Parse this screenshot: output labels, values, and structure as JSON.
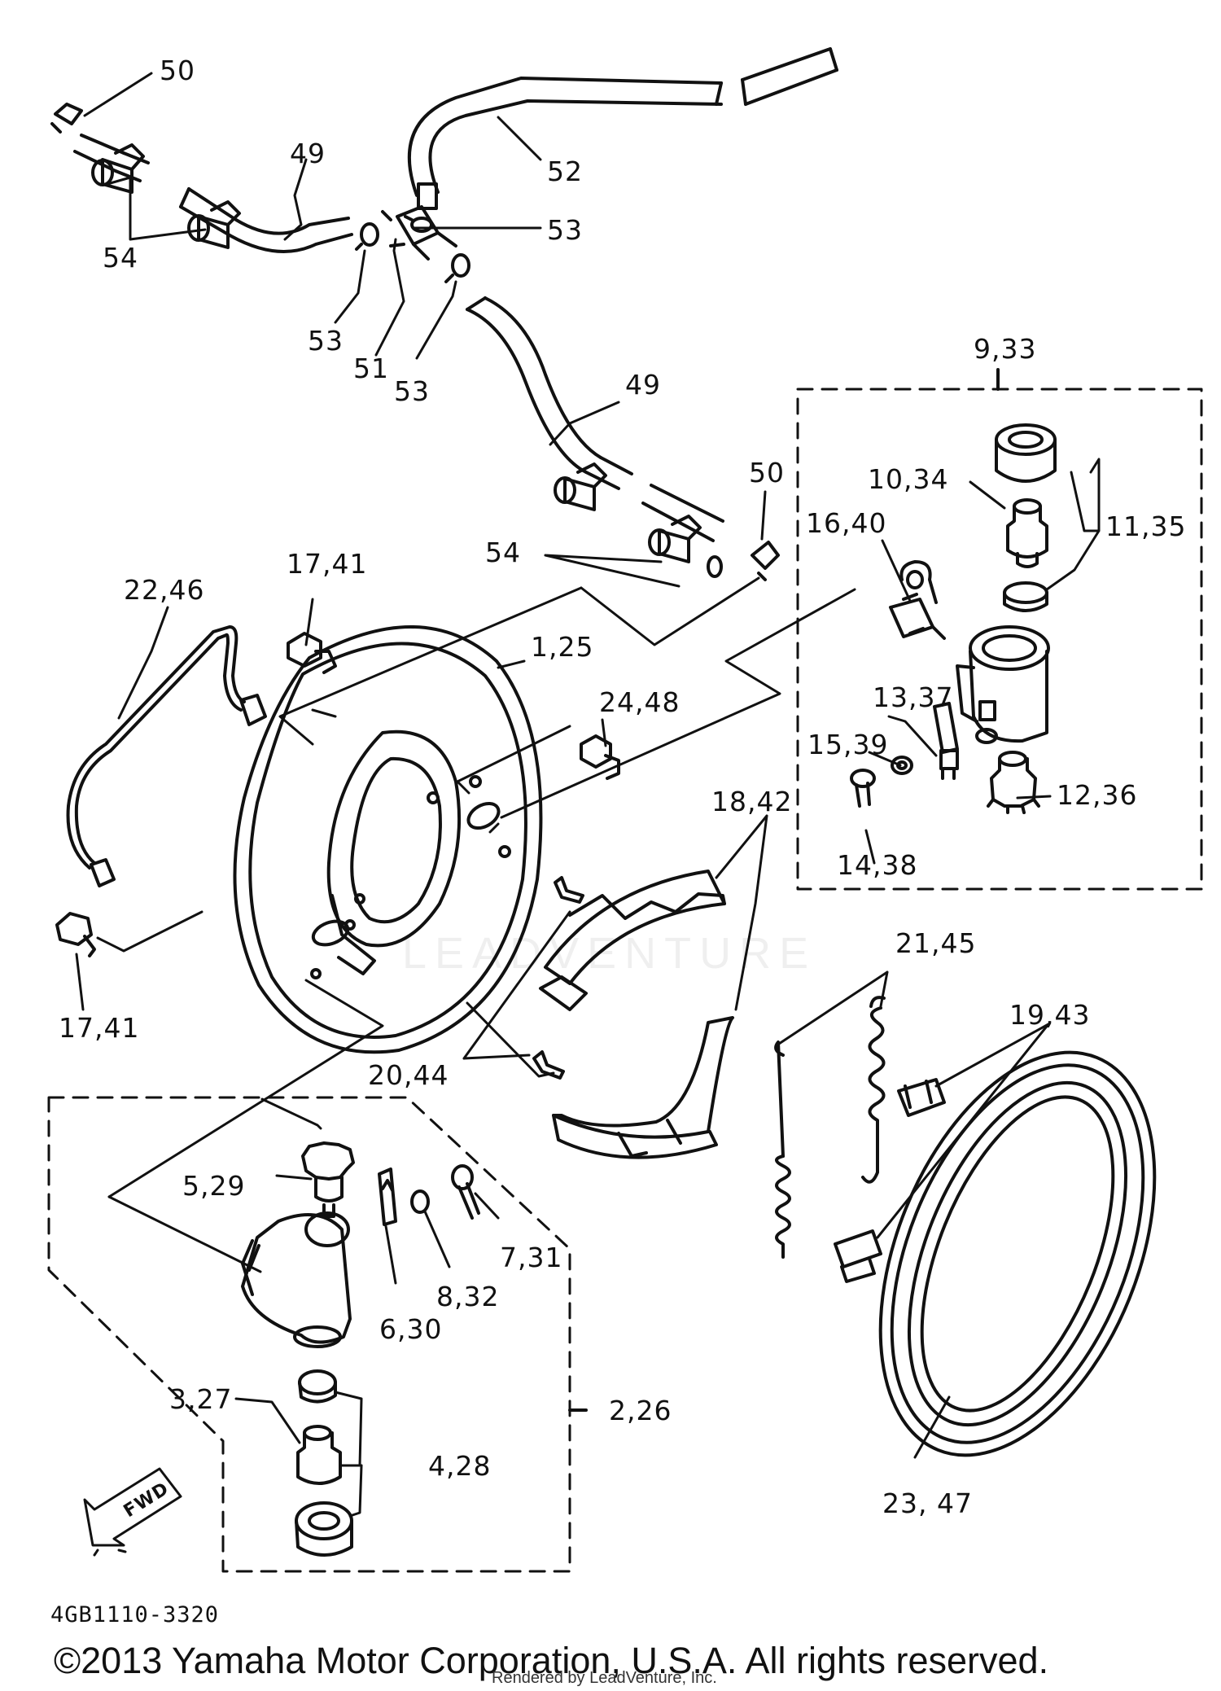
{
  "labels": {
    "l50a": "50",
    "l49a": "49",
    "l54a": "54",
    "l52": "52",
    "l53a": "53",
    "l53b": "53",
    "l51": "51",
    "l53c": "53",
    "l49b": "49",
    "l9_33": "9,33",
    "l10_34": "10,34",
    "l11_35": "11,35",
    "l16_40": "16,40",
    "l50b": "50",
    "l54b": "54",
    "l17_41a": "17,41",
    "l22_46": "22,46",
    "l1_25": "1,25",
    "l24_48": "24,48",
    "l13_37": "13,37",
    "l15_39": "15,39",
    "l12_36": "12,36",
    "l18_42": "18,42",
    "l14_38": "14,38",
    "l21_45": "21,45",
    "l19_43": "19,43",
    "l17_41b": "17,41",
    "l20_44": "20,44",
    "l5_29": "5,29",
    "l7_31": "7,31",
    "l8_32": "8,32",
    "l6_30": "6,30",
    "l2_26": "2,26",
    "l3_27": "3,27",
    "l4_28": "4,28",
    "l23_47": "23, 47"
  },
  "fwd_label": "FWD",
  "diagram_code": "4GB1110-3320",
  "copyright": "©2013 Yamaha Motor Corporation, U.S.A. All rights reserved.",
  "rendered_by": "Rendered by LeadVenture, Inc.",
  "watermark": "LEADVENTURE"
}
